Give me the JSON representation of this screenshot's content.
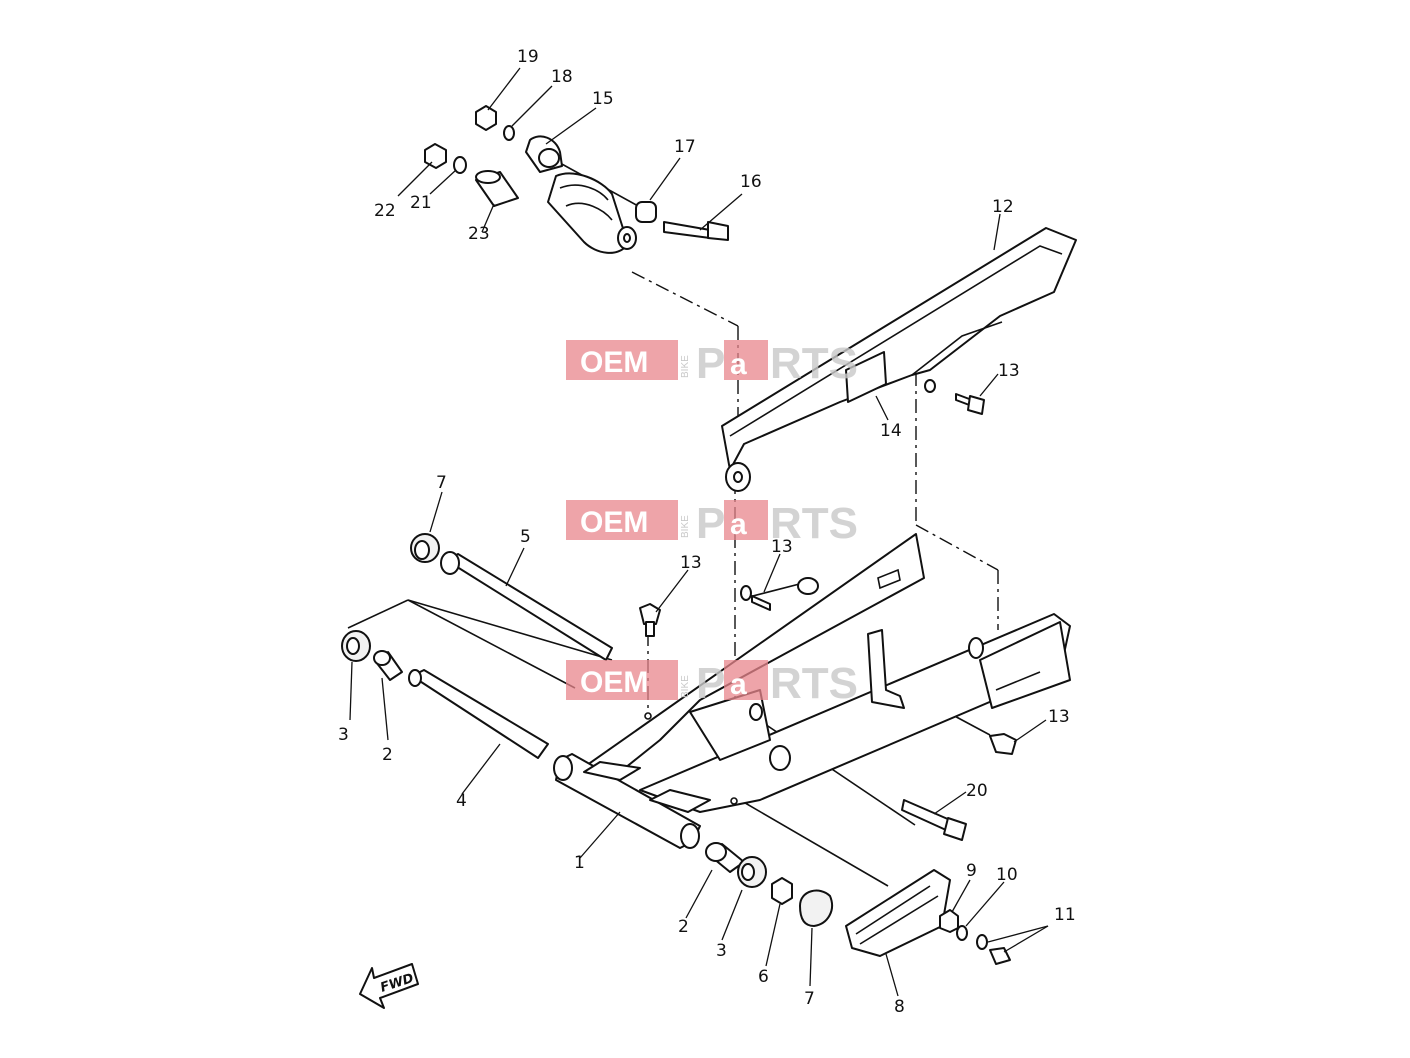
{
  "diagram": {
    "callouts": [
      {
        "id": "c19a",
        "label": "19"
      },
      {
        "id": "c18",
        "label": "18"
      },
      {
        "id": "c15",
        "label": "15"
      },
      {
        "id": "c17",
        "label": "17"
      },
      {
        "id": "c16",
        "label": "16"
      },
      {
        "id": "c22",
        "label": "22"
      },
      {
        "id": "c21",
        "label": "21"
      },
      {
        "id": "c23",
        "label": "23"
      },
      {
        "id": "c12",
        "label": "12"
      },
      {
        "id": "c13a",
        "label": "13"
      },
      {
        "id": "c14",
        "label": "14"
      },
      {
        "id": "c7a",
        "label": "7"
      },
      {
        "id": "c5",
        "label": "5"
      },
      {
        "id": "c13b",
        "label": "13"
      },
      {
        "id": "c13c",
        "label": "13"
      },
      {
        "id": "c13d",
        "label": "13"
      },
      {
        "id": "c3a",
        "label": "3"
      },
      {
        "id": "c2a",
        "label": "2"
      },
      {
        "id": "c4",
        "label": "4"
      },
      {
        "id": "c20",
        "label": "20"
      },
      {
        "id": "c1",
        "label": "1"
      },
      {
        "id": "c2b",
        "label": "2"
      },
      {
        "id": "c3b",
        "label": "3"
      },
      {
        "id": "c6",
        "label": "6"
      },
      {
        "id": "c7b",
        "label": "7"
      },
      {
        "id": "c8",
        "label": "8"
      },
      {
        "id": "c9",
        "label": "9"
      },
      {
        "id": "c10",
        "label": "10"
      },
      {
        "id": "c11",
        "label": "11"
      }
    ],
    "direction_label": "FWD"
  },
  "watermark": {
    "oem": "OEM",
    "bike": "BIKE",
    "parts_p": "P",
    "parts_a": "a",
    "parts_rest": "RTS"
  }
}
